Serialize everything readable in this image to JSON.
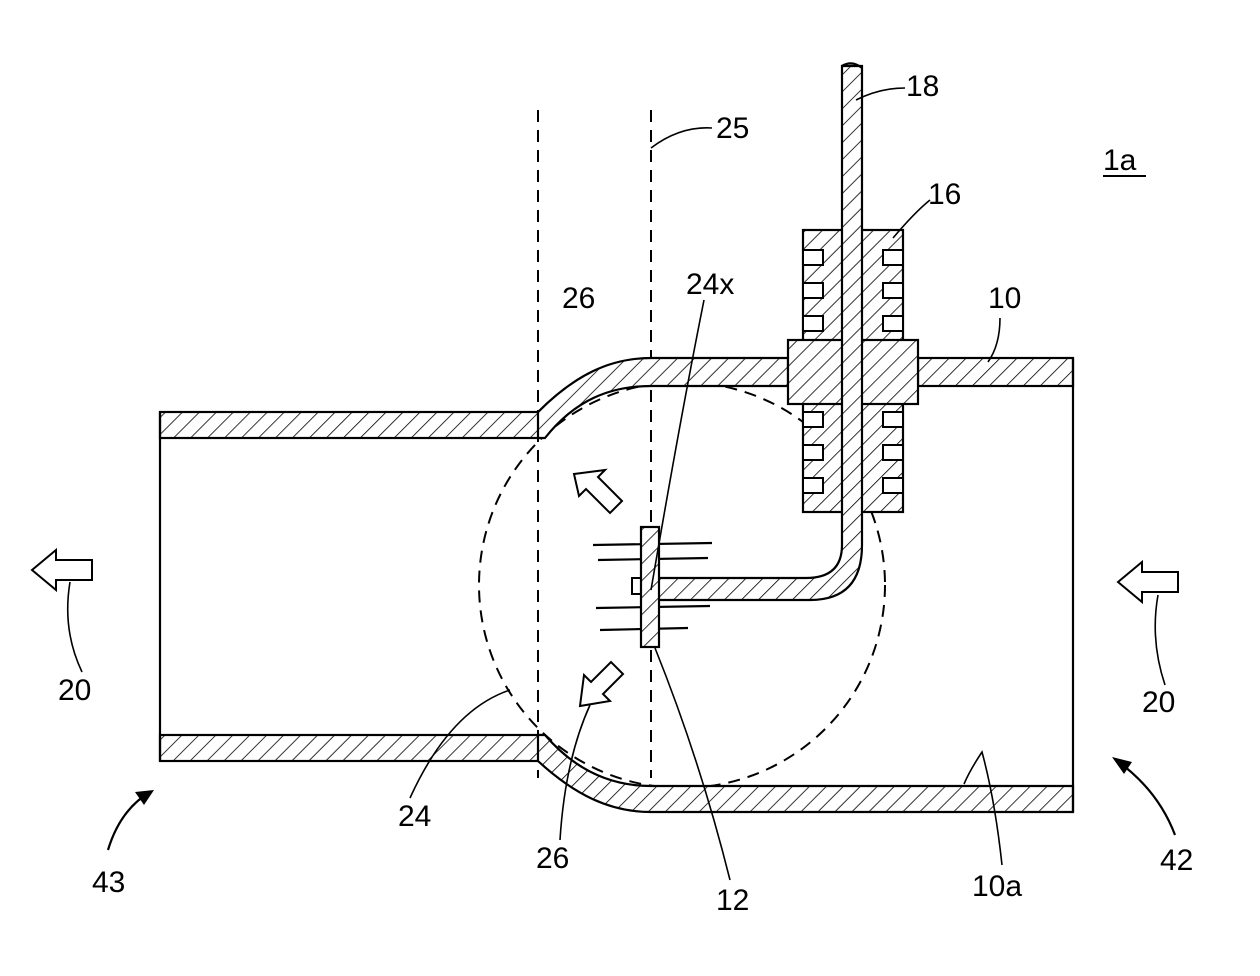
{
  "figure": {
    "labels": {
      "pipe": "10",
      "inner_wall": "10a",
      "probe": "12",
      "insulator": "16",
      "lead": "18",
      "flow_right": "20",
      "flow_left": "20",
      "sphere": "24",
      "probe_tip": "24x",
      "center_line": "25",
      "arrow_upper": "26",
      "arrow_lower": "26",
      "inlet": "42",
      "outlet": "43",
      "device": "1a"
    }
  }
}
